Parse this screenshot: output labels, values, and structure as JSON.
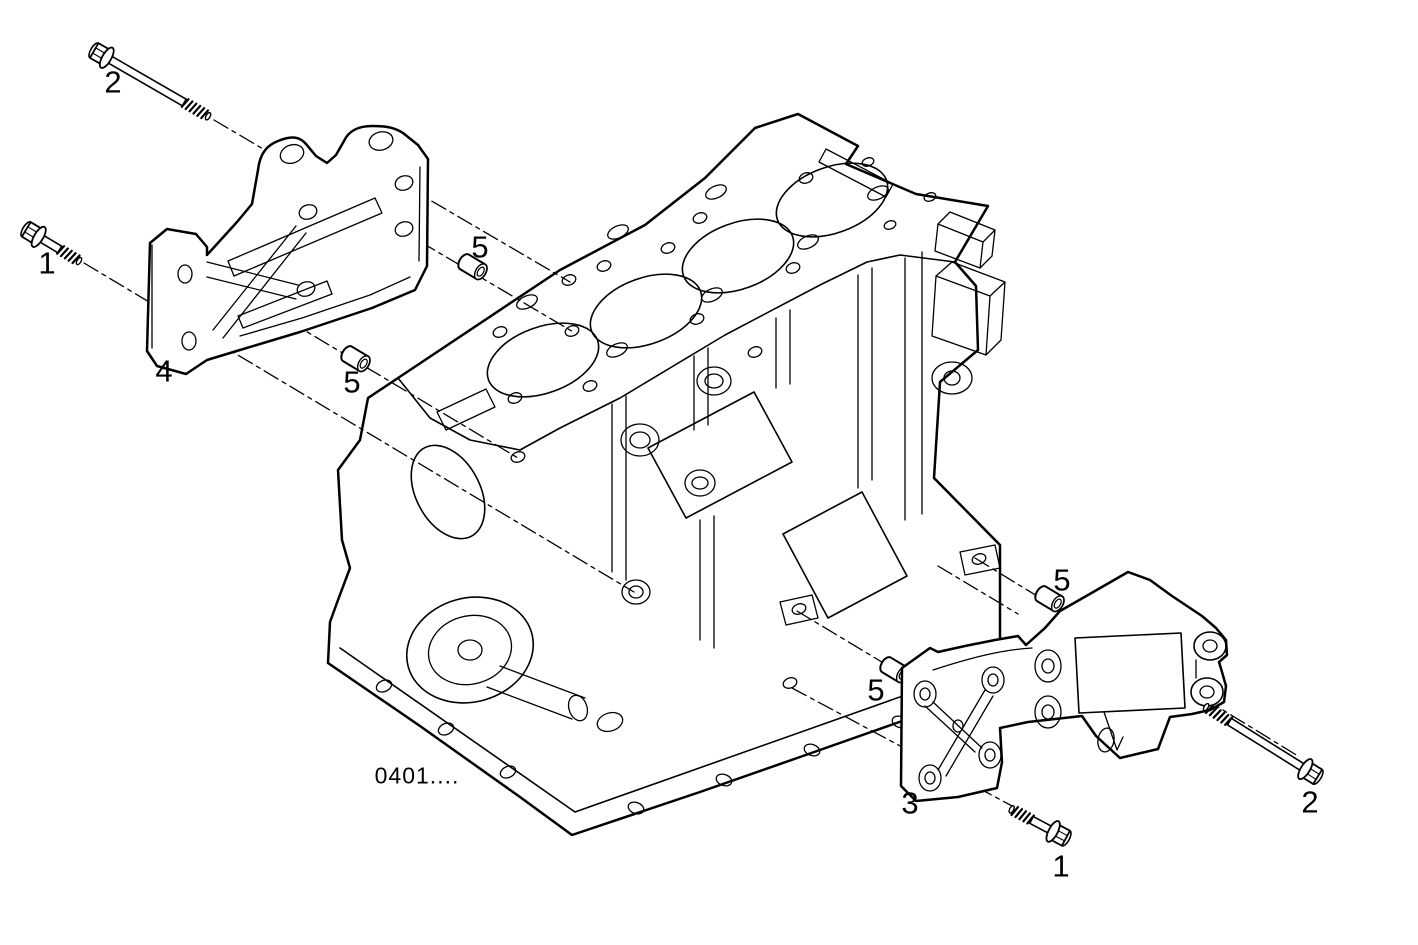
{
  "figure": {
    "code_label": "0401....",
    "background_color": "#ffffff",
    "line_color": "#000000"
  },
  "callouts": {
    "bolt_long_left": "2",
    "bolt_short_left": "1",
    "bracket_left": "4",
    "dowel_left_upper": "5",
    "dowel_left_lower": "5",
    "dowel_right_upper": "5",
    "dowel_right_lower": "5",
    "bracket_right": "3",
    "bolt_short_right": "1",
    "bolt_long_right": "2"
  }
}
